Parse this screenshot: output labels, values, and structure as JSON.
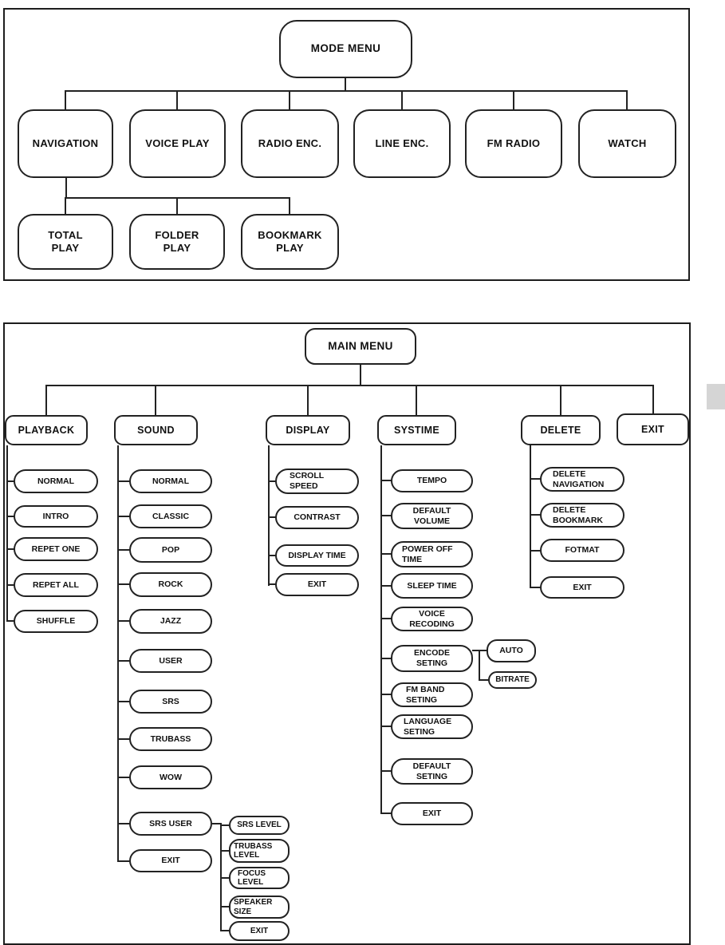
{
  "mode_tree": {
    "root": "MODE MENU",
    "items": [
      {
        "label": "NAVIGATION",
        "children": [
          {
            "label": "TOTAL\nPLAY"
          },
          {
            "label": "FOLDER\nPLAY"
          },
          {
            "label": "BOOKMARK\nPLAY"
          }
        ]
      },
      {
        "label": "VOICE PLAY"
      },
      {
        "label": "RADIO ENC."
      },
      {
        "label": "LINE ENC."
      },
      {
        "label": "FM RADIO"
      },
      {
        "label": "WATCH"
      }
    ]
  },
  "main_tree": {
    "root": "MAIN MENU",
    "items": [
      {
        "label": "PLAYBACK",
        "children": [
          {
            "label": "NORMAL"
          },
          {
            "label": "INTRO"
          },
          {
            "label": "REPET ONE"
          },
          {
            "label": "REPET ALL"
          },
          {
            "label": "SHUFFLE"
          }
        ]
      },
      {
        "label": "SOUND",
        "children": [
          {
            "label": "NORMAL"
          },
          {
            "label": "CLASSIC"
          },
          {
            "label": "POP"
          },
          {
            "label": "ROCK"
          },
          {
            "label": "JAZZ"
          },
          {
            "label": "USER"
          },
          {
            "label": "SRS"
          },
          {
            "label": "TRUBASS"
          },
          {
            "label": "WOW"
          },
          {
            "label": "SRS USER",
            "children": [
              {
                "label": "SRS LEVEL"
              },
              {
                "label": "TRUBASS\nLEVEL"
              },
              {
                "label": "FOCUS\nLEVEL"
              },
              {
                "label": "SPEAKER\nSIZE"
              },
              {
                "label": "EXIT"
              }
            ]
          },
          {
            "label": "EXIT"
          }
        ]
      },
      {
        "label": "DISPLAY",
        "children": [
          {
            "label": "SCROLL\nSPEED"
          },
          {
            "label": "CONTRAST"
          },
          {
            "label": "DISPLAY TIME"
          },
          {
            "label": "EXIT"
          }
        ]
      },
      {
        "label": "SYSTIME",
        "children": [
          {
            "label": "TEMPO"
          },
          {
            "label": "DEFAULT\nVOLUME"
          },
          {
            "label": "POWER OFF\nTIME"
          },
          {
            "label": "SLEEP TIME"
          },
          {
            "label": "VOICE\nRECODING"
          },
          {
            "label": "ENCODE\nSETING",
            "children": [
              {
                "label": "AUTO"
              },
              {
                "label": "BITRATE"
              }
            ]
          },
          {
            "label": "FM BAND\nSETING"
          },
          {
            "label": "LANGUAGE\nSETING"
          },
          {
            "label": "DEFAULT\nSETING"
          },
          {
            "label": "EXIT"
          }
        ]
      },
      {
        "label": "DELETE",
        "children": [
          {
            "label": "DELETE\nNAVIGATION"
          },
          {
            "label": "DELETE\nBOOKMARK"
          },
          {
            "label": "FOTMAT"
          },
          {
            "label": "EXIT"
          }
        ]
      },
      {
        "label": "EXIT"
      }
    ]
  },
  "colors": {
    "line": "#222222",
    "box_fill": "#ffffff",
    "page_tab": "#d5d5d5"
  }
}
